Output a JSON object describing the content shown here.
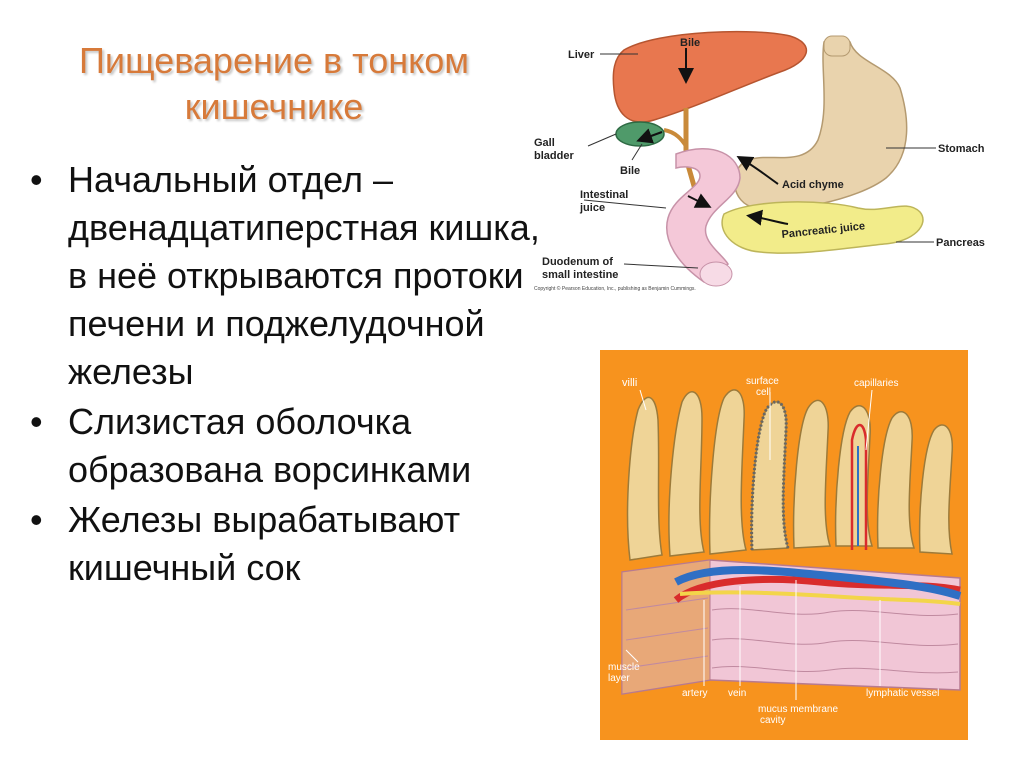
{
  "slide": {
    "title": "Пищеварение в тонком кишечнике",
    "bullet_glyph": "•",
    "bullets": [
      "Начальный отдел – двенадцатиперстная кишка, в неё открываются протоки печени и поджелудочной железы",
      "Слизистая оболочка образована ворсинками",
      "Железы вырабатывают кишечный сок"
    ]
  },
  "digestive_diagram": {
    "labels": {
      "liver": "Liver",
      "bile_top": "Bile",
      "gall_bladder_1": "Gall",
      "gall_bladder_2": "bladder",
      "bile_bottom": "Bile",
      "intestinal_juice_1": "Intestinal",
      "intestinal_juice_2": "juice",
      "duodenum_1": "Duodenum of",
      "duodenum_2": "small intestine",
      "stomach": "Stomach",
      "acid_chyme": "Acid chyme",
      "pancreatic_juice": "Pancreatic juice",
      "pancreas": "Pancreas",
      "copyright": "Copyright © Pearson Education, Inc., publishing as Benjamin Cummings."
    },
    "colors": {
      "liver": "#e8774f",
      "stomach": "#e9d3ad",
      "pancreas": "#f2ec8a",
      "duodenum": "#f4c8d8",
      "gall": "#4f9a6a"
    }
  },
  "villi_diagram": {
    "labels": {
      "villi": "villi",
      "surface_cell_1": "surface",
      "surface_cell_2": "cell",
      "capillaries": "capillaries",
      "muscle_layer_1": "muscle",
      "muscle_layer_2": "layer",
      "artery": "artery",
      "vein": "vein",
      "mucus_membrane": "mucus membrane",
      "cavity": "cavity",
      "lymphatic_vessel": "lymphatic vessel"
    },
    "colors": {
      "background": "#f7931e",
      "villus": "#efd497",
      "vein": "#2f6fc4",
      "artery": "#d92c2c",
      "muscle": "#f1c6d6"
    }
  }
}
